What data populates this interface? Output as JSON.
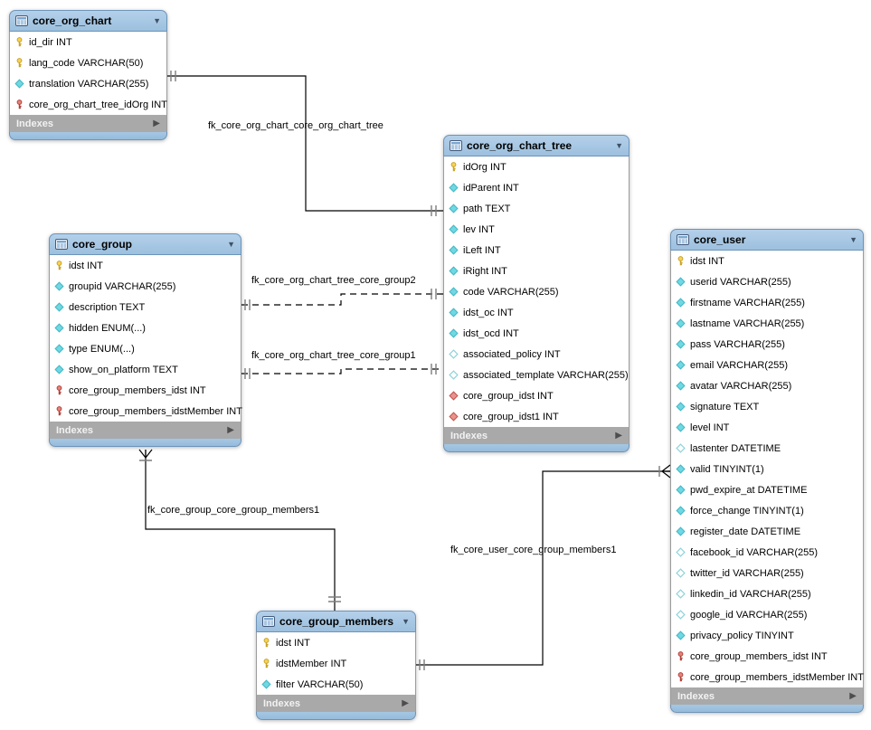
{
  "diagram": {
    "kind": "EER database schema diagram",
    "colors": {
      "table_header": "#a6c6e2",
      "indexes_bar": "#a9a9a9",
      "primary_key_icon": "#f5cd4a",
      "attribute_icon": "#6bd6e2",
      "foreign_key_icon": "#e0635a",
      "relationship_line": "#000000",
      "canvas_bg": "#ffffff"
    }
  },
  "tables": [
    {
      "id": "core_org_chart",
      "title": "core_org_chart",
      "footer": "Indexes",
      "columns": [
        {
          "icon": "primary-key",
          "text": "id_dir INT"
        },
        {
          "icon": "primary-key",
          "text": "lang_code VARCHAR(50)"
        },
        {
          "icon": "column",
          "text": "translation VARCHAR(255)"
        },
        {
          "icon": "foreign-key",
          "text": "core_org_chart_tree_idOrg INT"
        }
      ]
    },
    {
      "id": "core_group",
      "title": "core_group",
      "footer": "Indexes",
      "columns": [
        {
          "icon": "primary-key",
          "text": "idst INT"
        },
        {
          "icon": "column",
          "text": "groupid VARCHAR(255)"
        },
        {
          "icon": "column",
          "text": "description TEXT"
        },
        {
          "icon": "column",
          "text": "hidden ENUM(...)"
        },
        {
          "icon": "column",
          "text": "type ENUM(...)"
        },
        {
          "icon": "column",
          "text": "show_on_platform TEXT"
        },
        {
          "icon": "foreign-key",
          "text": "core_group_members_idst INT"
        },
        {
          "icon": "foreign-key",
          "text": "core_group_members_idstMember INT"
        }
      ]
    },
    {
      "id": "core_org_chart_tree",
      "title": "core_org_chart_tree",
      "footer": "Indexes",
      "columns": [
        {
          "icon": "primary-key",
          "text": "idOrg INT"
        },
        {
          "icon": "column",
          "text": "idParent INT"
        },
        {
          "icon": "column",
          "text": "path TEXT"
        },
        {
          "icon": "column",
          "text": "lev INT"
        },
        {
          "icon": "column",
          "text": "iLeft INT"
        },
        {
          "icon": "column",
          "text": "iRight INT"
        },
        {
          "icon": "column",
          "text": "code VARCHAR(255)"
        },
        {
          "icon": "column",
          "text": "idst_oc INT"
        },
        {
          "icon": "column",
          "text": "idst_ocd INT"
        },
        {
          "icon": "column-nullable",
          "text": "associated_policy INT"
        },
        {
          "icon": "column-nullable",
          "text": "associated_template VARCHAR(255)"
        },
        {
          "icon": "foreign-key-column",
          "text": "core_group_idst INT"
        },
        {
          "icon": "foreign-key-column",
          "text": "core_group_idst1 INT"
        }
      ]
    },
    {
      "id": "core_user",
      "title": "core_user",
      "footer": "Indexes",
      "columns": [
        {
          "icon": "primary-key",
          "text": "idst INT"
        },
        {
          "icon": "column",
          "text": "userid VARCHAR(255)"
        },
        {
          "icon": "column",
          "text": "firstname VARCHAR(255)"
        },
        {
          "icon": "column",
          "text": "lastname VARCHAR(255)"
        },
        {
          "icon": "column",
          "text": "pass VARCHAR(255)"
        },
        {
          "icon": "column",
          "text": "email VARCHAR(255)"
        },
        {
          "icon": "column",
          "text": "avatar VARCHAR(255)"
        },
        {
          "icon": "column",
          "text": "signature TEXT"
        },
        {
          "icon": "column",
          "text": "level INT"
        },
        {
          "icon": "column-nullable",
          "text": "lastenter DATETIME"
        },
        {
          "icon": "column",
          "text": "valid TINYINT(1)"
        },
        {
          "icon": "column",
          "text": "pwd_expire_at DATETIME"
        },
        {
          "icon": "column",
          "text": "force_change TINYINT(1)"
        },
        {
          "icon": "column",
          "text": "register_date DATETIME"
        },
        {
          "icon": "column-nullable",
          "text": "facebook_id VARCHAR(255)"
        },
        {
          "icon": "column-nullable",
          "text": "twitter_id VARCHAR(255)"
        },
        {
          "icon": "column-nullable",
          "text": "linkedin_id VARCHAR(255)"
        },
        {
          "icon": "column-nullable",
          "text": "google_id VARCHAR(255)"
        },
        {
          "icon": "column",
          "text": "privacy_policy TINYINT"
        },
        {
          "icon": "foreign-key",
          "text": "core_group_members_idst INT"
        },
        {
          "icon": "foreign-key",
          "text": "core_group_members_idstMember INT"
        }
      ]
    },
    {
      "id": "core_group_members",
      "title": "core_group_members",
      "footer": "Indexes",
      "columns": [
        {
          "icon": "primary-key",
          "text": "idst INT"
        },
        {
          "icon": "primary-key",
          "text": "idstMember INT"
        },
        {
          "icon": "column",
          "text": "filter VARCHAR(50)"
        }
      ]
    }
  ],
  "relationships": [
    {
      "label": "fk_core_org_chart_core_org_chart_tree",
      "line": "solid",
      "from_marker": "one",
      "to_marker": "one"
    },
    {
      "label": "fk_core_org_chart_tree_core_group2",
      "line": "dashed",
      "from_marker": "one",
      "to_marker": "one"
    },
    {
      "label": "fk_core_org_chart_tree_core_group1",
      "line": "dashed",
      "from_marker": "one",
      "to_marker": "one"
    },
    {
      "label": "fk_core_group_core_group_members1",
      "line": "solid",
      "from_marker": "many",
      "to_marker": "one"
    },
    {
      "label": "fk_core_user_core_group_members1",
      "line": "solid",
      "from_marker": "one",
      "to_marker": "many"
    }
  ]
}
